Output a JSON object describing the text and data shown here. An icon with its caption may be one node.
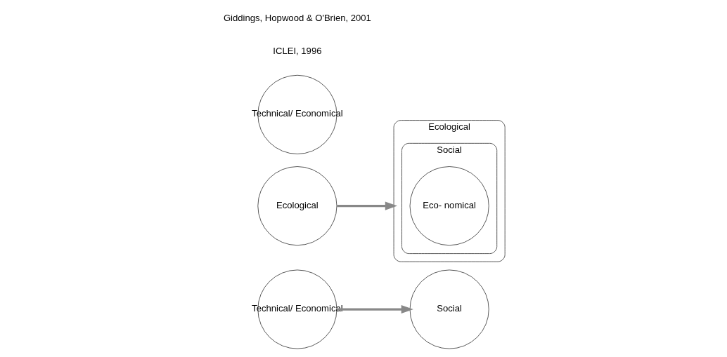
{
  "diagram": {
    "nodes": [
      {
        "text": [
          "Technical/ Economical"
        ]
      },
      {
        "text": [
          "Social"
        ]
      },
      {
        "text": [
          "Ecological"
        ]
      },
      {
        "text": [
          "Technical/ Economical"
        ]
      },
      {
        "text": [
          "Ecological"
        ]
      },
      {
        "text": [
          "Social"
        ],
        "in": 4
      },
      {
        "text": [
          "Eco- nomical"
        ],
        "in": 5
      }
    ],
    "edges": [
      {
        "from": 0,
        "to": 1,
        "arrow": "to"
      },
      {
        "from": 2,
        "to": 4,
        "arrow": "to"
      }
    ],
    "labels": [
      "ICLEI, 1996",
      "Giddings, Hopwood & O'Brien, 2001"
    ]
  }
}
